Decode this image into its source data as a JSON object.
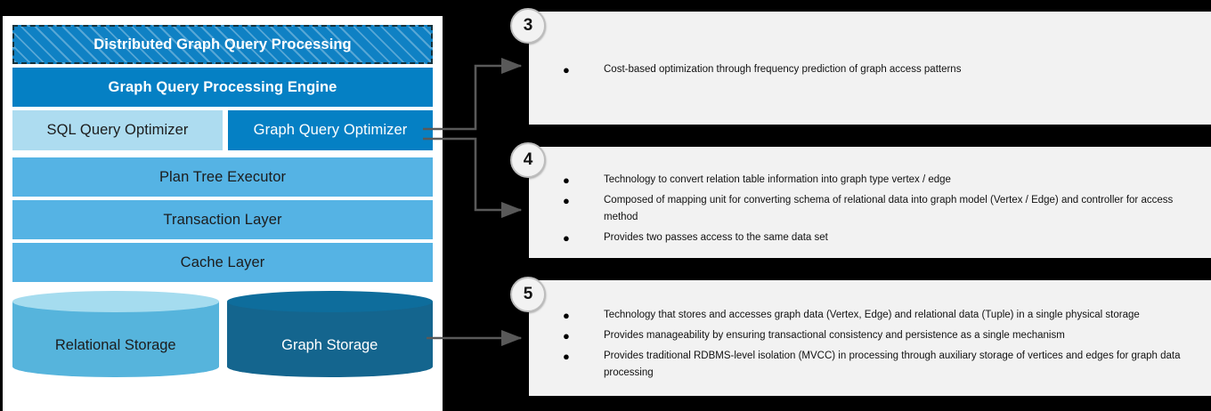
{
  "architecture": {
    "layers": [
      {
        "id": "distributed-graph-query-processing",
        "label": "Distributed Graph Query Processing",
        "style": "hatched-banner"
      },
      {
        "id": "graph-query-processing-engine",
        "label": "Graph Query Processing Engine",
        "style": "engine"
      }
    ],
    "optimizers": [
      {
        "id": "sql-query-optimizer",
        "label": "SQL Query Optimizer",
        "color": "#addcf0"
      },
      {
        "id": "graph-query-optimizer",
        "label": "Graph Query Optimizer",
        "color": "#0580c4"
      }
    ],
    "middle_layers": [
      {
        "id": "plan-tree-executor",
        "label": "Plan Tree Executor"
      },
      {
        "id": "transaction-layer",
        "label": "Transaction Layer"
      },
      {
        "id": "cache-layer",
        "label": "Cache Layer"
      }
    ],
    "storage": [
      {
        "id": "relational-storage",
        "label": "Relational Storage",
        "color": "#56b4dc"
      },
      {
        "id": "graph-storage",
        "label": "Graph Storage",
        "color": "#14658e"
      }
    ]
  },
  "callouts": [
    {
      "number": "3",
      "bullet_glyph": "●",
      "bullets": [
        "Cost-based optimization through frequency prediction of graph access patterns"
      ]
    },
    {
      "number": "4",
      "bullet_glyph": "●",
      "bullets": [
        "Technology to convert relation table information into graph type vertex / edge",
        "Composed of mapping unit for converting schema of relational data into graph model (Vertex / Edge) and controller for access method",
        "Provides two passes access to the same data set"
      ]
    },
    {
      "number": "5",
      "bullet_glyph": "●",
      "bullets": [
        "Technology that stores and accesses graph data (Vertex, Edge) and relational data (Tuple) in a single physical storage",
        "Provides manageability by ensuring transactional consistency and persistence as a single mechanism",
        "Provides traditional RDBMS-level isolation (MVCC) in processing through auxiliary storage of vertices and edges for graph data processing"
      ]
    }
  ],
  "colors": {
    "background": "#000000",
    "panel": "#ffffff",
    "callout_bg": "#f2f2f2",
    "accent_blue": "#0580c4",
    "light_blue": "#addcf0",
    "mid_blue": "#55b3e4",
    "dark_blue": "#14658e",
    "connector": "#595959"
  }
}
